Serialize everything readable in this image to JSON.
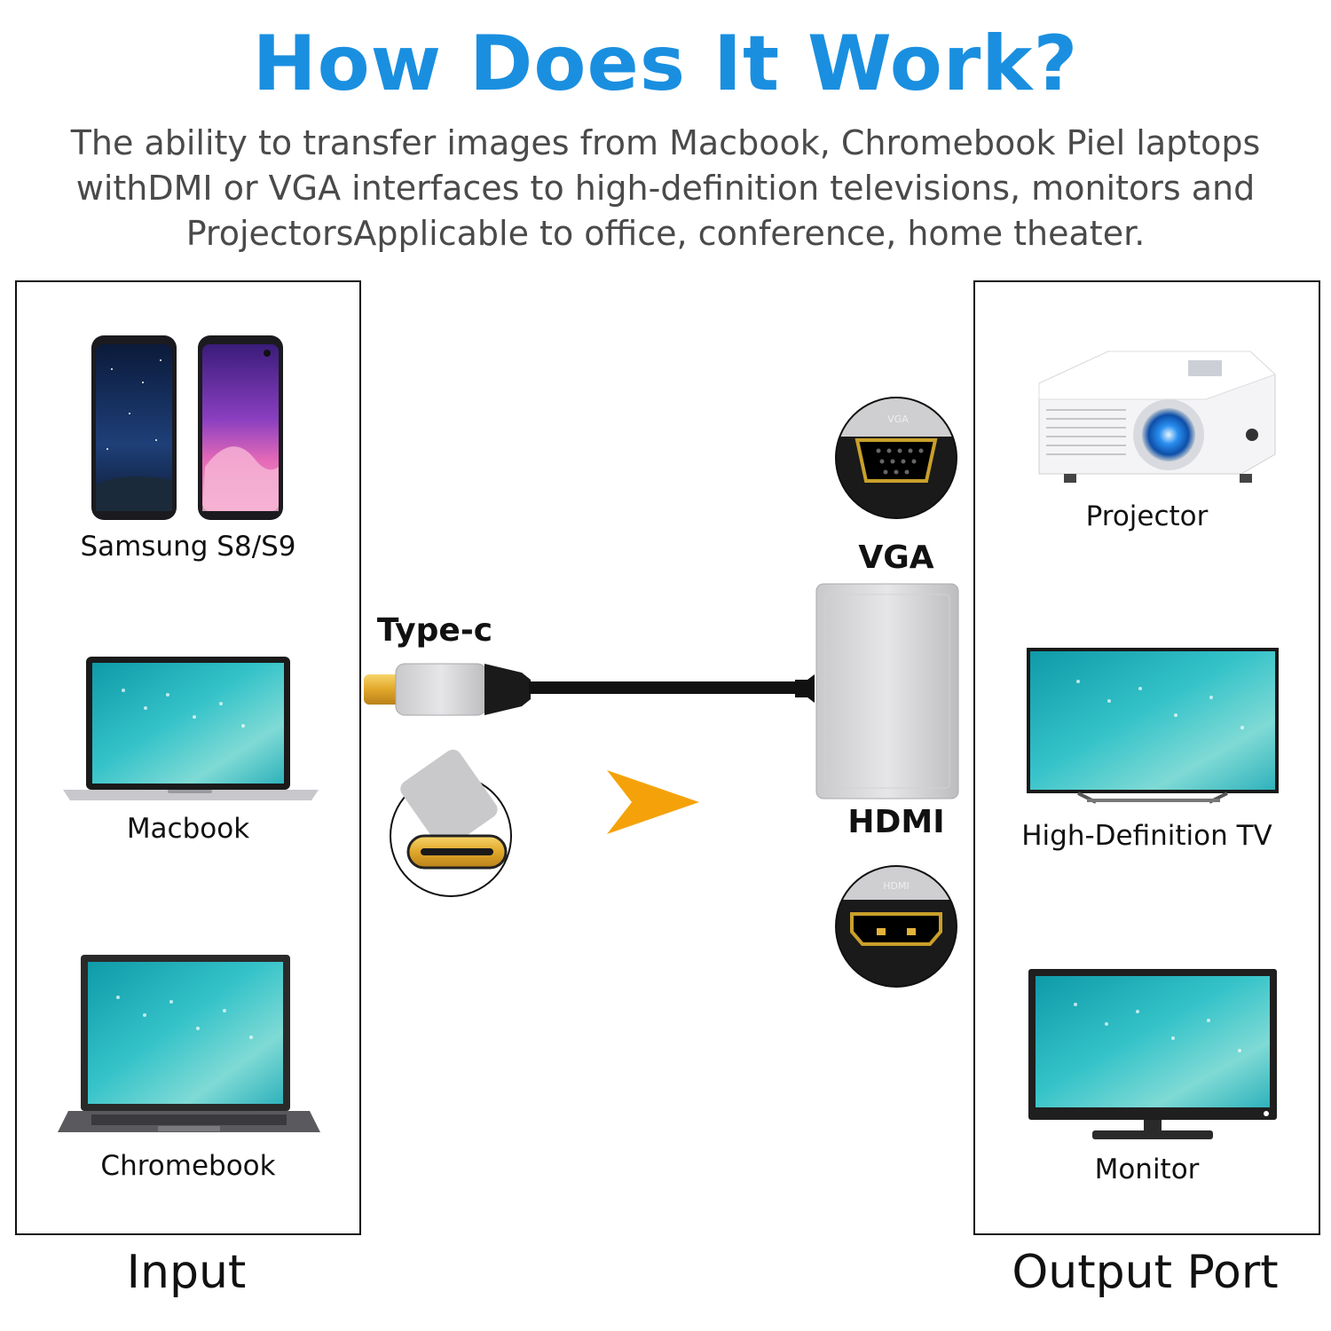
{
  "title": "How Does It Work?",
  "subtitle": "The ability to transfer images from Macbook, Chromebook Piel laptops withDMI or VGA interfaces to high-definition televisions, monitors and ProjectorsApplicable to office, conference, home theater.",
  "input": {
    "footer": "Input",
    "devices": [
      {
        "label": "Samsung S8/S9",
        "icon": "smartphone-icon"
      },
      {
        "label": "Macbook",
        "icon": "laptop-icon"
      },
      {
        "label": "Chromebook",
        "icon": "laptop-icon"
      }
    ]
  },
  "adapter": {
    "input_label": "Type-c",
    "vga_label": "VGA",
    "hdmi_label": "HDMI",
    "vga_port_text": "VGA",
    "hdmi_port_text": "HDMI"
  },
  "output": {
    "footer": "Output Port",
    "devices": [
      {
        "label": "Projector",
        "icon": "projector-icon"
      },
      {
        "label": "High-Definition TV",
        "icon": "tv-icon"
      },
      {
        "label": "Monitor",
        "icon": "monitor-icon"
      }
    ]
  },
  "colors": {
    "title": "#1a8fe0",
    "arrow": "#f5a20a",
    "screen": "#2bb8c2"
  }
}
